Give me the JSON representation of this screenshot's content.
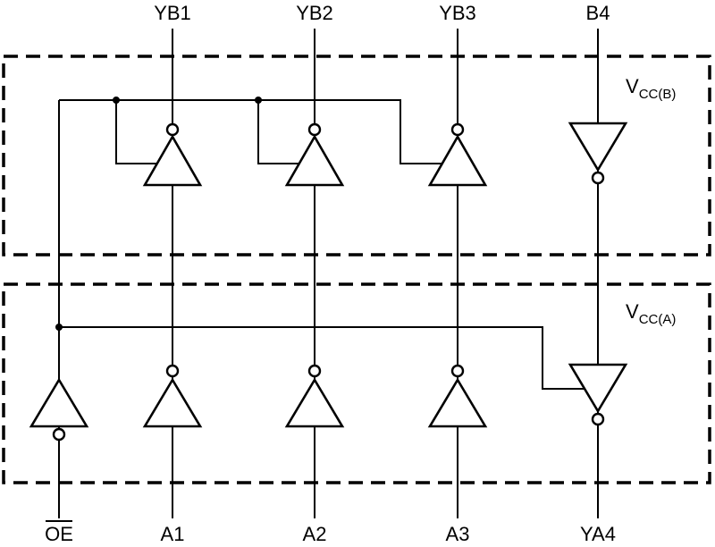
{
  "pins": {
    "top": [
      "YB1",
      "YB2",
      "YB3",
      "B4"
    ],
    "bottom": [
      "OE",
      "A1",
      "A2",
      "A3",
      "YA4"
    ]
  },
  "domains": {
    "b": {
      "main": "V",
      "sub": "CC(B)"
    },
    "a": {
      "main": "V",
      "sub": "CC(A)"
    }
  }
}
